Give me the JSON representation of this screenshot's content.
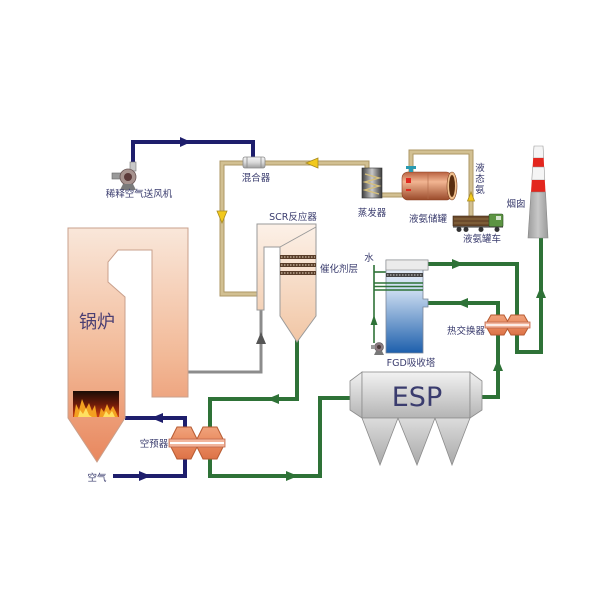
{
  "diagram": {
    "subject": "SCR flue gas denitrification process flow",
    "labels": {
      "dilution_air_fan": "稀释空气送风机",
      "mixer": "混合器",
      "evaporator": "蒸发器",
      "ammonia_storage_tank": "液氨储罐",
      "liquid_ammonia_chars": [
        "液",
        "态",
        "氨"
      ],
      "ammonia_tanker_truck": "液氨罐车",
      "chimney": "烟囱",
      "scr_reactor": "SCR反应器",
      "catalyst_layer": "催化剂层",
      "water": "水",
      "fgd_absorber": "FGD吸收塔",
      "heat_exchanger": "热交换器",
      "boiler": "锅炉",
      "air_preheater": "空预器",
      "air": "空气",
      "esp": "ESP"
    },
    "flows": [
      {
        "name": "dilution-air",
        "from": "稀释空气送风机",
        "to": "混合器",
        "pipe": "air"
      },
      {
        "name": "ammonia-vapor",
        "from": "蒸发器",
        "to": "混合器",
        "pipe": "ammonia"
      },
      {
        "name": "ammonia-air-mix",
        "from": "混合器",
        "to": "SCR反应器",
        "pipe": "ammonia"
      },
      {
        "name": "liquid-ammonia",
        "from": "液氨罐车",
        "to": "液氨储罐",
        "pipe": "ammonia"
      },
      {
        "name": "flue-gas-boiler",
        "from": "锅炉",
        "to": "SCR反应器",
        "pipe": "boiler-flue"
      },
      {
        "name": "flue-gas-scr",
        "from": "SCR反应器",
        "to": "空预器",
        "pipe": "flue-gas"
      },
      {
        "name": "flue-gas-preheater",
        "from": "空预器",
        "to": "ESP",
        "pipe": "flue-gas"
      },
      {
        "name": "flue-gas-esp",
        "from": "ESP",
        "to": "热交换器",
        "pipe": "flue-gas"
      },
      {
        "name": "flue-gas-hx",
        "from": "热交换器",
        "to": "FGD吸收塔",
        "pipe": "flue-gas"
      },
      {
        "name": "clean-gas",
        "from": "FGD吸收塔",
        "to": "烟囱",
        "pipe": "flue-gas"
      },
      {
        "name": "combustion-air",
        "from": "空气",
        "to": "锅炉",
        "pipe": "air"
      },
      {
        "name": "water-supply",
        "from": "水",
        "to": "FGD吸收塔",
        "pipe": "flue-gas"
      }
    ],
    "catalyst_layer_count": 3,
    "esp_hopper_count": 3
  },
  "colors": {
    "flue_gas_pipe": "#2e7237",
    "air_pipe": "#1e1e6c",
    "ammonia_pipe": "#d2c092",
    "boiler_gas_pipe": "#8c8c8c",
    "label_text": "#3a3c6e",
    "boiler_label": "#4b3f73"
  }
}
